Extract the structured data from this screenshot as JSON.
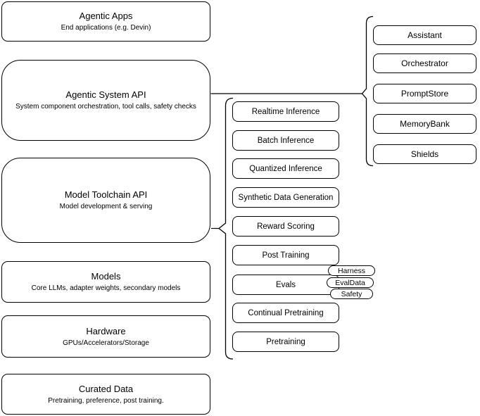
{
  "diagram": {
    "left_stack": {
      "agentic_apps": {
        "title": "Agentic Apps",
        "subtitle": "End applications (e.g. Devin)"
      },
      "agentic_system_api": {
        "title": "Agentic System API",
        "subtitle": "System component orchestration, tool calls, safety checks"
      },
      "model_toolchain_api": {
        "title": "Model Toolchain API",
        "subtitle": "Model development & serving"
      },
      "models": {
        "title": "Models",
        "subtitle": "Core LLMs, adapter weights, secondary models"
      },
      "hardware": {
        "title": "Hardware",
        "subtitle": "GPUs/Accelerators/Storage"
      },
      "curated_data": {
        "title": "Curated Data",
        "subtitle": "Pretraining, preference, post training."
      }
    },
    "toolchain_services": [
      "Realtime Inference",
      "Batch Inference",
      "Quantized Inference",
      "Synthetic Data Generation",
      "Reward Scoring",
      "Post Training",
      "Evals",
      "Continual Pretraining",
      "Pretraining"
    ],
    "eval_tags": [
      "Harness",
      "EvalData",
      "Safety"
    ],
    "system_components": [
      "Assistant",
      "Orchestrator",
      "PromptStore",
      "MemoryBank",
      "Shields"
    ],
    "colors": {
      "stroke": "#000000",
      "fill": "#ffffff"
    }
  }
}
